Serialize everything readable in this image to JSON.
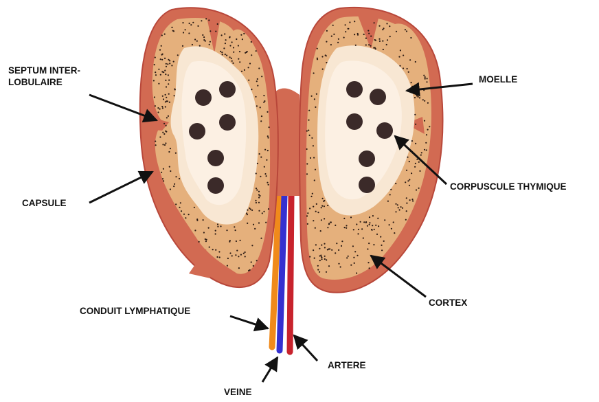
{
  "colors": {
    "capsule": "#d26a52",
    "capsule_outline": "#b8473a",
    "cortex": "#e5b07c",
    "medulla": "#f8e7d3",
    "medulla_inner": "#fcf0e3",
    "corpuscle": "#3b2a29",
    "lymph_duct": "#f08a1b",
    "vein": "#3530d0",
    "artery": "#c8232d",
    "arrow": "#111111"
  },
  "labels": {
    "septum_line1": "SEPTUM INTER-",
    "septum_line2": "LOBULAIRE",
    "capsule": "CAPSULE",
    "moelle": "MOELLE",
    "corpuscle": "CORPUSCULE THYMIQUE",
    "cortex": "CORTEX",
    "lymph_duct": "CONDUIT LYMPHATIQUE",
    "artery": "ARTERE",
    "vein": "VEINE"
  }
}
